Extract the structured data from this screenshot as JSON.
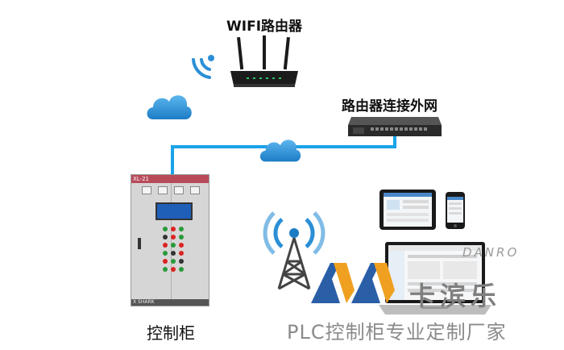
{
  "labels": {
    "router": "WIFI路由器",
    "switch": "路由器连接外网",
    "cabinet": "控制柜"
  },
  "cabinet": {
    "model": "XL-21",
    "footer": "X SHARK"
  },
  "brand": {
    "name_cn": "卡滨乐",
    "name_en": "DANRO",
    "tagline": "PLC控制柜专业定制厂家"
  },
  "colors": {
    "network_line": "#1aa3e8",
    "cloud": "#2b8fd6",
    "logo_blue": "#2a5fa8",
    "logo_orange": "#f0a020",
    "cabinet_body": "#d8d8d8",
    "cabinet_top": "#b84a5a"
  },
  "icons": [
    "wifi-signal-icon",
    "cloud-icon",
    "router-icon",
    "network-switch-icon",
    "cell-tower-icon",
    "tablet-icon",
    "phone-icon",
    "laptop-icon",
    "brand-logo"
  ]
}
